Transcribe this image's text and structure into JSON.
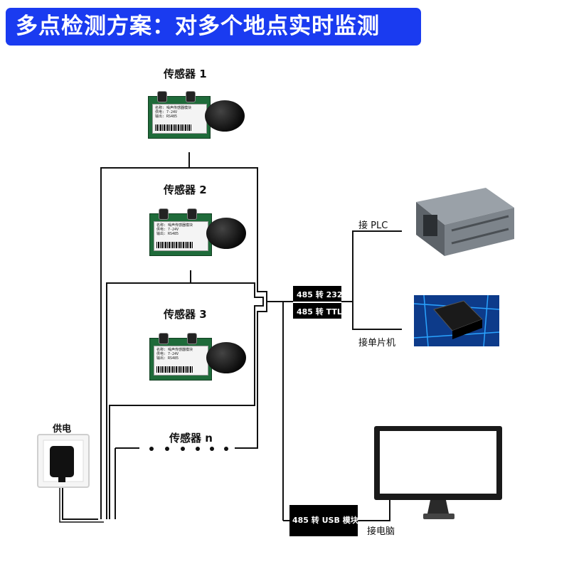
{
  "banner": {
    "title": "多点检测方案：对多个地点实时监测"
  },
  "sensors": [
    {
      "label": "传感器 1",
      "card_lines": [
        "名称: 噪声传感器模块",
        "供电: 7-24V",
        "输出: RS485"
      ]
    },
    {
      "label": "传感器 2",
      "card_lines": [
        "名称: 噪声传感器模块",
        "供电: 7-24V",
        "输出: RS485"
      ]
    },
    {
      "label": "传感器 3",
      "card_lines": [
        "名称: 噪声传感器模块",
        "供电: 7-24V",
        "输出: RS485"
      ]
    },
    {
      "label": "传感器 n"
    }
  ],
  "power": {
    "label": "供电"
  },
  "converters": {
    "rs232": "485 转 232",
    "ttl": "485 转 TTL",
    "usb": "485 转 USB 模块"
  },
  "targets": {
    "plc": "接 PLC",
    "mcu": "接单片机",
    "pc": "接电脑"
  },
  "colors": {
    "banner": "#1a3bf0",
    "wire": "#111111",
    "board": "#1f6b3a"
  }
}
